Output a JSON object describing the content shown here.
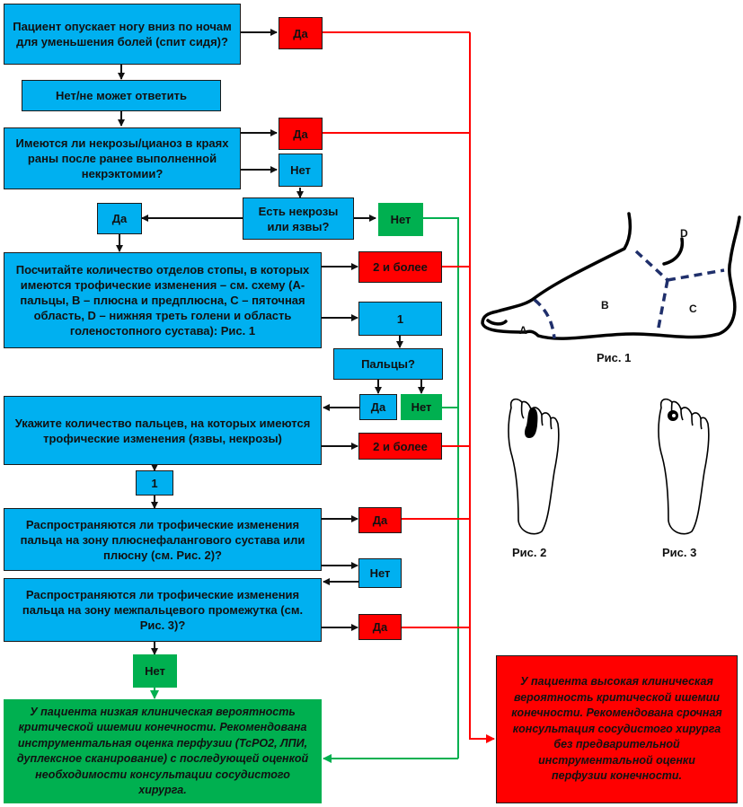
{
  "flowchart": {
    "q1": "Пациент опускает ногу вниз по ночам для уменьшения болей (спит сидя)?",
    "q1_yes": "Да",
    "q1_no": "Нет/не может ответить",
    "q2": "Имеются ли некрозы/цианоз в краях раны после ранее выполненной некрэктомии?",
    "q2_yes": "Да",
    "q2_no": "Нет",
    "q3": "Есть некрозы или язвы?",
    "q3_yes": "Да",
    "q3_no": "Нет",
    "q4": "Посчитайте количество отделов стопы, в которых имеются трофические изменения – см. схему (А-пальцы, В – плюсна и предплюсна, С – пяточная область, D – нижняя треть голени и область голеностопного сустава): Рис. 1",
    "q4_many": "2 и более",
    "q4_one": "1",
    "q5": "Пальцы?",
    "q5_yes": "Да",
    "q5_no": "Нет",
    "q6": "Укажите количество пальцев, на которых имеются трофические изменения (язвы, некрозы)",
    "q6_many": "2 и более",
    "q6_one": "1",
    "q7": "Распространяются ли трофические изменения пальца на зону плюснефалангового сустава или плюсну (см. Рис. 2)?",
    "q7_yes": "Да",
    "q7_no": "Нет",
    "q8": "Распространяются ли трофические изменения пальца на зону межпальцевого промежутка (см. Рис. 3)?",
    "q8_yes": "Да",
    "q8_no": "Нет",
    "outcome_low": "У пациента низкая клиническая вероятность критической ишемии конечности. Рекомендована инструментальная оценка перфузии (TcPO2, ЛПИ, дуплексное сканирование) с последующей оценкой необходимости консультации сосудистого хирурга.",
    "outcome_high": "У пациента высокая клиническая вероятность критической ишемии конечности. Рекомендована срочная консультация сосудистого хирурга без предварительной инструментальной оценки перфузии  конечности."
  },
  "figures": {
    "fig1_label": "Рис. 1",
    "fig2_label": "Рис. 2",
    "fig3_label": "Рис. 3",
    "zone_a": "A",
    "zone_b": "B",
    "zone_c": "C",
    "zone_d": "D"
  },
  "colors": {
    "question": "#00b0f0",
    "high_risk": "#ff0000",
    "low_risk": "#00b050",
    "zone_divider": "#1f2f6b"
  }
}
